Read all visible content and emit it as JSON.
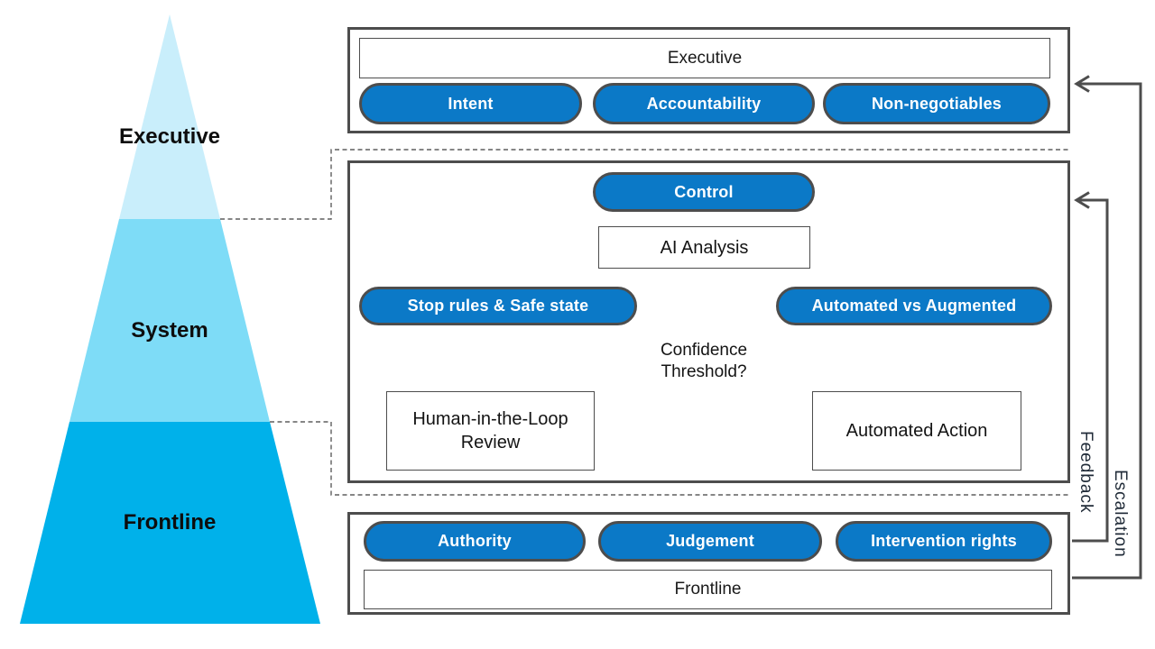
{
  "pyramid": {
    "levels": [
      {
        "label": "Executive",
        "color": "#c9eefb"
      },
      {
        "label": "System",
        "color": "#7edcf7"
      },
      {
        "label": "Frontline",
        "color": "#00b1ea"
      }
    ]
  },
  "executive_section": {
    "title": "Executive",
    "pills": [
      "Intent",
      "Accountability",
      "Non-negotiables"
    ]
  },
  "system_section": {
    "control_pill": "Control",
    "ai_analysis_label": "AI Analysis",
    "left_pill": "Stop rules & Safe state",
    "right_pill": "Automated vs Augmented",
    "decision_line1": "Confidence",
    "decision_line2": "Threshold?",
    "human_review_line1": "Human-in-the-Loop",
    "human_review_line2": "Review",
    "automated_action_label": "Automated Action"
  },
  "frontline_section": {
    "title": "Frontline",
    "pills": [
      "Authority",
      "Judgement",
      "Intervention rights"
    ]
  },
  "arrows": {
    "feedback_label": "Feedback",
    "escalation_label": "Escalation"
  },
  "colors": {
    "pill_blue": "#0b79c7",
    "border_gray": "#4d4d4d",
    "label_dark": "#1f2a37",
    "pyramid_top": "#c9eefb",
    "pyramid_middle": "#7edcf7",
    "pyramid_bottom": "#00b1ea"
  }
}
